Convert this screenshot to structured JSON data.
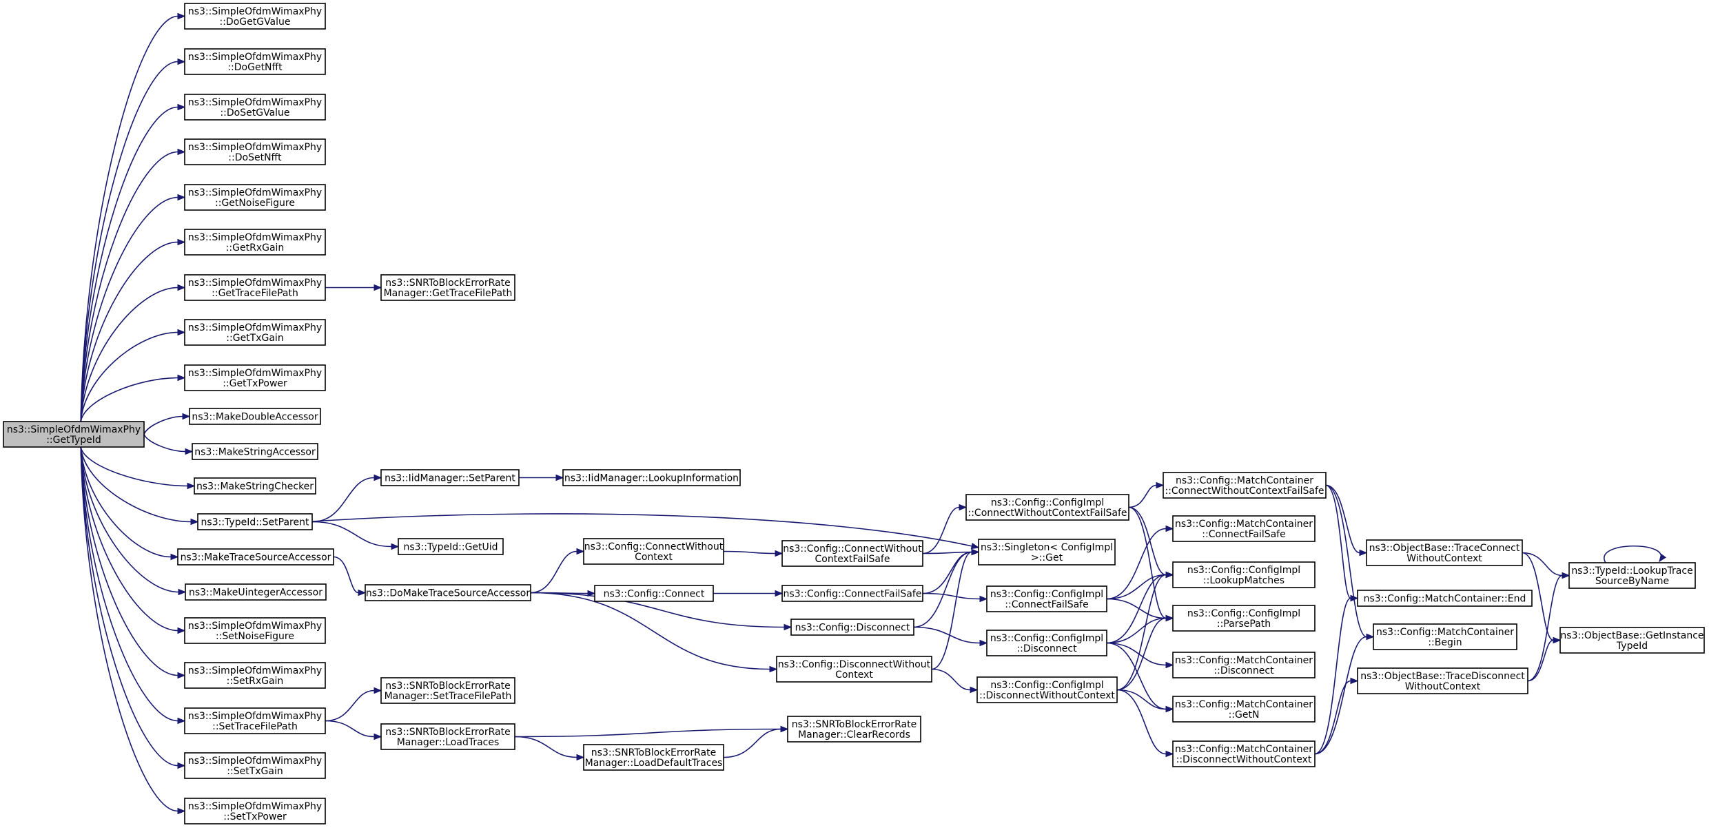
{
  "diagram": {
    "type": "call-graph",
    "colors": {
      "edge": "#191970",
      "root_fill": "#bfbfbf",
      "node_fill": "#ffffff",
      "node_stroke": "#000000"
    },
    "nodes": [
      {
        "id": "root",
        "lines": [
          "ns3::SimpleOfdmWimaxPhy",
          "::GetTypeId"
        ],
        "root": true
      },
      {
        "id": "n1",
        "lines": [
          "ns3::SimpleOfdmWimaxPhy",
          "::DoGetGValue"
        ]
      },
      {
        "id": "n2",
        "lines": [
          "ns3::SimpleOfdmWimaxPhy",
          "::DoGetNfft"
        ]
      },
      {
        "id": "n3",
        "lines": [
          "ns3::SimpleOfdmWimaxPhy",
          "::DoSetGValue"
        ]
      },
      {
        "id": "n4",
        "lines": [
          "ns3::SimpleOfdmWimaxPhy",
          "::DoSetNfft"
        ]
      },
      {
        "id": "n5",
        "lines": [
          "ns3::SimpleOfdmWimaxPhy",
          "::GetNoiseFigure"
        ]
      },
      {
        "id": "n6",
        "lines": [
          "ns3::SimpleOfdmWimaxPhy",
          "::GetRxGain"
        ]
      },
      {
        "id": "n7",
        "lines": [
          "ns3::SimpleOfdmWimaxPhy",
          "::GetTraceFilePath"
        ]
      },
      {
        "id": "n8",
        "lines": [
          "ns3::SimpleOfdmWimaxPhy",
          "::GetTxGain"
        ]
      },
      {
        "id": "n9",
        "lines": [
          "ns3::SimpleOfdmWimaxPhy",
          "::GetTxPower"
        ]
      },
      {
        "id": "n10",
        "lines": [
          "ns3::MakeDoubleAccessor"
        ]
      },
      {
        "id": "n11",
        "lines": [
          "ns3::MakeStringAccessor"
        ]
      },
      {
        "id": "n12",
        "lines": [
          "ns3::MakeStringChecker"
        ]
      },
      {
        "id": "n13",
        "lines": [
          "ns3::TypeId::SetParent"
        ]
      },
      {
        "id": "n14",
        "lines": [
          "ns3::MakeTraceSourceAccessor"
        ]
      },
      {
        "id": "n15",
        "lines": [
          "ns3::MakeUintegerAccessor"
        ]
      },
      {
        "id": "n16",
        "lines": [
          "ns3::SimpleOfdmWimaxPhy",
          "::SetNoiseFigure"
        ]
      },
      {
        "id": "n17",
        "lines": [
          "ns3::SimpleOfdmWimaxPhy",
          "::SetRxGain"
        ]
      },
      {
        "id": "n18",
        "lines": [
          "ns3::SimpleOfdmWimaxPhy",
          "::SetTraceFilePath"
        ]
      },
      {
        "id": "n19",
        "lines": [
          "ns3::SimpleOfdmWimaxPhy",
          "::SetTxGain"
        ]
      },
      {
        "id": "n20",
        "lines": [
          "ns3::SimpleOfdmWimaxPhy",
          "::SetTxPower"
        ]
      },
      {
        "id": "c1",
        "lines": [
          "ns3::SNRToBlockErrorRate",
          "Manager::GetTraceFilePath"
        ]
      },
      {
        "id": "c2",
        "lines": [
          "ns3::IidManager::SetParent"
        ]
      },
      {
        "id": "c3",
        "lines": [
          "ns3::IidManager::LookupInformation"
        ]
      },
      {
        "id": "c4",
        "lines": [
          "ns3::TypeId::GetUid"
        ]
      },
      {
        "id": "c5",
        "lines": [
          "ns3::DoMakeTraceSourceAccessor"
        ]
      },
      {
        "id": "c6",
        "lines": [
          "ns3::SNRToBlockErrorRate",
          "Manager::SetTraceFilePath"
        ]
      },
      {
        "id": "c7",
        "lines": [
          "ns3::SNRToBlockErrorRate",
          "Manager::LoadTraces"
        ]
      },
      {
        "id": "d1",
        "lines": [
          "ns3::Config::ConnectWithout",
          "Context"
        ]
      },
      {
        "id": "d2",
        "lines": [
          "ns3::Config::Connect"
        ]
      },
      {
        "id": "d3",
        "lines": [
          "ns3::SNRToBlockErrorRate",
          "Manager::LoadDefaultTraces"
        ]
      },
      {
        "id": "e1",
        "lines": [
          "ns3::Config::ConnectWithout",
          "ContextFailSafe"
        ]
      },
      {
        "id": "e2",
        "lines": [
          "ns3::Config::ConnectFailSafe"
        ]
      },
      {
        "id": "e3",
        "lines": [
          "ns3::Config::Disconnect"
        ]
      },
      {
        "id": "e4",
        "lines": [
          "ns3::Config::DisconnectWithout",
          "Context"
        ]
      },
      {
        "id": "e5",
        "lines": [
          "ns3::SNRToBlockErrorRate",
          "Manager::ClearRecords"
        ]
      },
      {
        "id": "f1",
        "lines": [
          "ns3::Config::ConfigImpl",
          "::ConnectWithoutContextFailSafe"
        ]
      },
      {
        "id": "f2",
        "lines": [
          "ns3::Singleton< ConfigImpl",
          ">::Get"
        ]
      },
      {
        "id": "f3",
        "lines": [
          "ns3::Config::ConfigImpl",
          "::ConnectFailSafe"
        ]
      },
      {
        "id": "f4",
        "lines": [
          "ns3::Config::ConfigImpl",
          "::Disconnect"
        ]
      },
      {
        "id": "f5",
        "lines": [
          "ns3::Config::ConfigImpl",
          "::DisconnectWithoutContext"
        ]
      },
      {
        "id": "g1",
        "lines": [
          "ns3::Config::MatchContainer",
          "::ConnectWithoutContextFailSafe"
        ]
      },
      {
        "id": "g2",
        "lines": [
          "ns3::Config::MatchContainer",
          "::ConnectFailSafe"
        ]
      },
      {
        "id": "g3",
        "lines": [
          "ns3::Config::ConfigImpl",
          "::LookupMatches"
        ]
      },
      {
        "id": "g4",
        "lines": [
          "ns3::Config::ConfigImpl",
          "::ParsePath"
        ]
      },
      {
        "id": "g5",
        "lines": [
          "ns3::Config::MatchContainer",
          "::Disconnect"
        ]
      },
      {
        "id": "g6",
        "lines": [
          "ns3::Config::MatchContainer",
          "::GetN"
        ]
      },
      {
        "id": "g7",
        "lines": [
          "ns3::Config::MatchContainer",
          "::DisconnectWithoutContext"
        ]
      },
      {
        "id": "h1",
        "lines": [
          "ns3::ObjectBase::TraceConnect",
          "WithoutContext"
        ]
      },
      {
        "id": "h2",
        "lines": [
          "ns3::Config::MatchContainer::End"
        ]
      },
      {
        "id": "h3",
        "lines": [
          "ns3::Config::MatchContainer",
          "::Begin"
        ]
      },
      {
        "id": "h4",
        "lines": [
          "ns3::ObjectBase::TraceDisconnect",
          "WithoutContext"
        ]
      },
      {
        "id": "i1",
        "lines": [
          "ns3::TypeId::LookupTrace",
          "SourceByName"
        ]
      },
      {
        "id": "i2",
        "lines": [
          "ns3::ObjectBase::GetInstance",
          "TypeId"
        ]
      }
    ],
    "edges": [
      [
        "root",
        "n1"
      ],
      [
        "root",
        "n2"
      ],
      [
        "root",
        "n3"
      ],
      [
        "root",
        "n4"
      ],
      [
        "root",
        "n5"
      ],
      [
        "root",
        "n6"
      ],
      [
        "root",
        "n7"
      ],
      [
        "root",
        "n8"
      ],
      [
        "root",
        "n9"
      ],
      [
        "root",
        "n10"
      ],
      [
        "root",
        "n11"
      ],
      [
        "root",
        "n12"
      ],
      [
        "root",
        "n13"
      ],
      [
        "root",
        "n14"
      ],
      [
        "root",
        "n15"
      ],
      [
        "root",
        "n16"
      ],
      [
        "root",
        "n17"
      ],
      [
        "root",
        "n18"
      ],
      [
        "root",
        "n19"
      ],
      [
        "root",
        "n20"
      ],
      [
        "n7",
        "c1"
      ],
      [
        "n13",
        "c2"
      ],
      [
        "c2",
        "c3"
      ],
      [
        "n13",
        "c4"
      ],
      [
        "n13",
        "f2"
      ],
      [
        "n14",
        "c5"
      ],
      [
        "n18",
        "c6"
      ],
      [
        "n18",
        "c7"
      ],
      [
        "c5",
        "d1"
      ],
      [
        "c5",
        "d2"
      ],
      [
        "c5",
        "e3"
      ],
      [
        "c5",
        "e4"
      ],
      [
        "d1",
        "e1"
      ],
      [
        "d2",
        "e2"
      ],
      [
        "c7",
        "d3"
      ],
      [
        "c7",
        "e5"
      ],
      [
        "d3",
        "e5"
      ],
      [
        "e1",
        "f1"
      ],
      [
        "e1",
        "f2"
      ],
      [
        "e2",
        "f2"
      ],
      [
        "e2",
        "f3"
      ],
      [
        "e3",
        "f2"
      ],
      [
        "e3",
        "f4"
      ],
      [
        "e4",
        "f2"
      ],
      [
        "e4",
        "f5"
      ],
      [
        "f1",
        "g1"
      ],
      [
        "f1",
        "g3"
      ],
      [
        "f1",
        "g4"
      ],
      [
        "f3",
        "g2"
      ],
      [
        "f3",
        "g3"
      ],
      [
        "f3",
        "g4"
      ],
      [
        "f4",
        "g3"
      ],
      [
        "f4",
        "g4"
      ],
      [
        "f4",
        "g5"
      ],
      [
        "f4",
        "g6"
      ],
      [
        "f5",
        "g3"
      ],
      [
        "f5",
        "g4"
      ],
      [
        "f5",
        "g6"
      ],
      [
        "f5",
        "g7"
      ],
      [
        "g1",
        "h1"
      ],
      [
        "g1",
        "h2"
      ],
      [
        "g1",
        "h3"
      ],
      [
        "g7",
        "h2"
      ],
      [
        "g7",
        "h3"
      ],
      [
        "g7",
        "h4"
      ],
      [
        "h1",
        "i1"
      ],
      [
        "h1",
        "i2"
      ],
      [
        "h4",
        "i1"
      ],
      [
        "h4",
        "i2"
      ],
      [
        "i1",
        "i1"
      ]
    ]
  }
}
